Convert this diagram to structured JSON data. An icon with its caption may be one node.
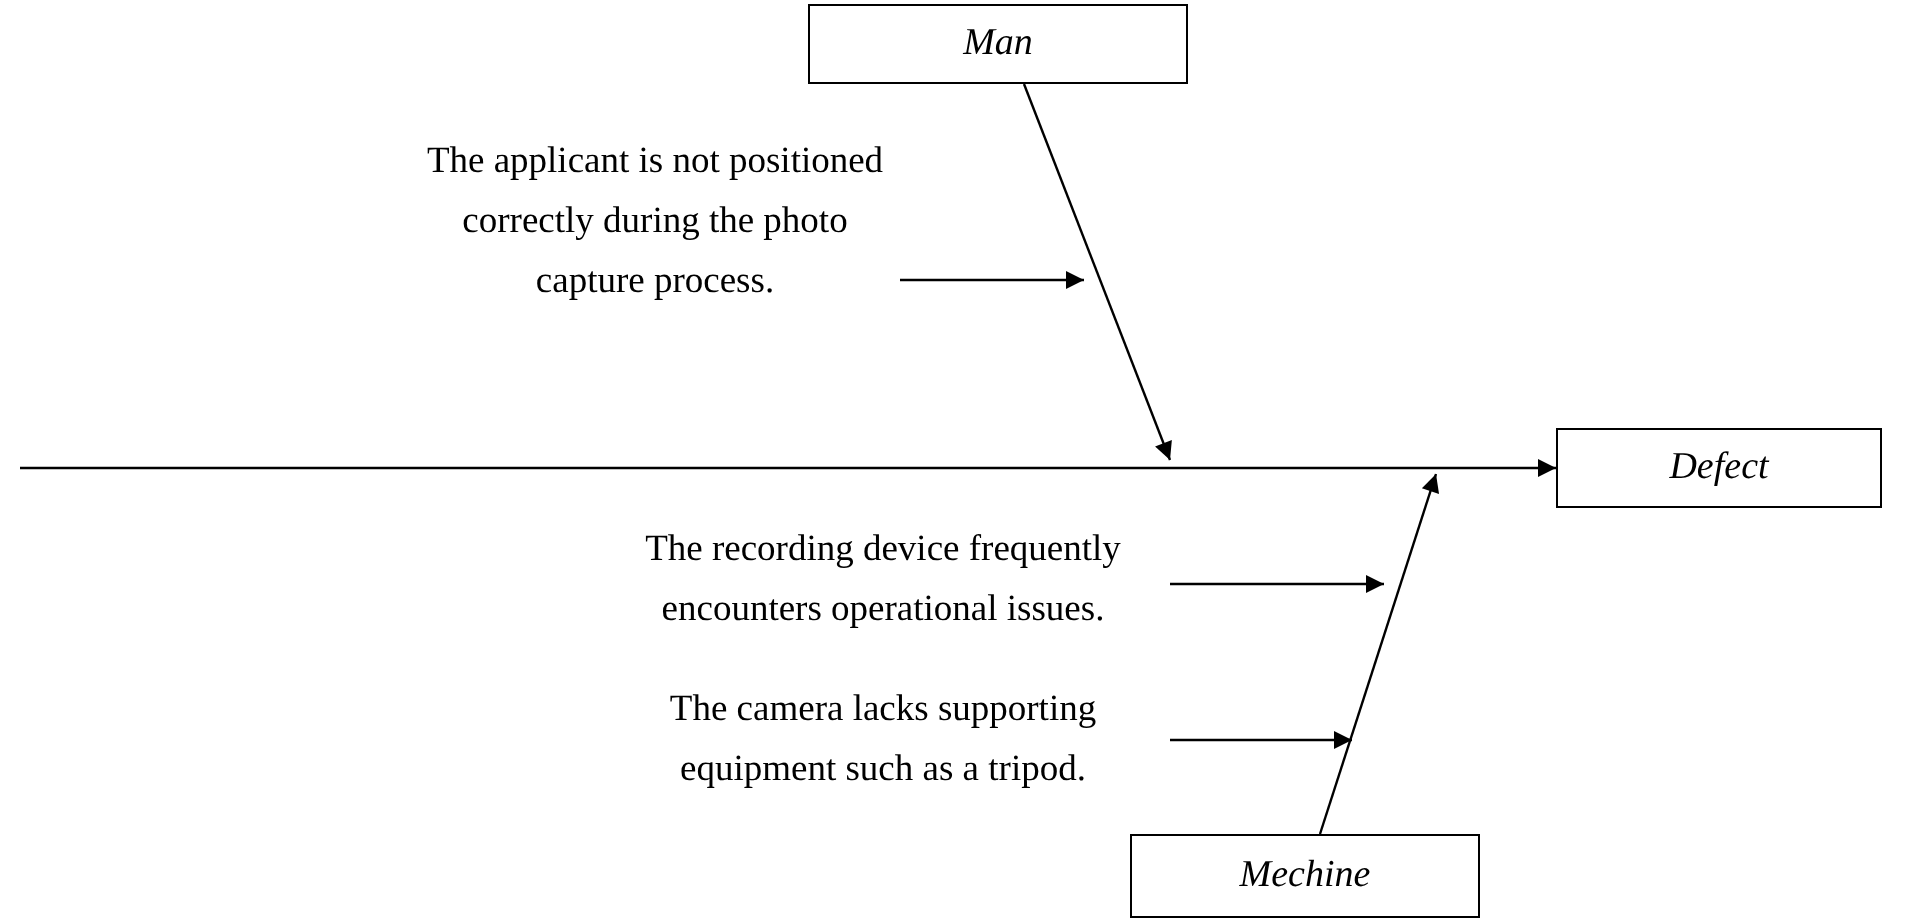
{
  "diagram": {
    "nodes": [
      {
        "text": [
          "Man"
        ]
      },
      {
        "text": [
          "Defect"
        ]
      },
      {
        "text": [
          "Mechine"
        ]
      },
      {
        "text": [
          "The applicant is not positioned correctly during the photo capture process."
        ]
      },
      {
        "text": [
          "The recording device frequently encounters operational issues."
        ]
      },
      {
        "text": [
          "The camera lacks supporting equipment such as a tripod."
        ]
      }
    ],
    "edges": [
      {
        "from": null,
        "to": 1,
        "arrow": "to"
      },
      {
        "from": 0,
        "to": null,
        "arrow": "to"
      },
      {
        "from": 2,
        "to": null,
        "arrow": "to"
      },
      {
        "from": 3,
        "to": null,
        "arrow": "to"
      },
      {
        "from": 4,
        "to": null,
        "arrow": "to"
      },
      {
        "from": 5,
        "to": null,
        "arrow": "to"
      }
    ]
  }
}
